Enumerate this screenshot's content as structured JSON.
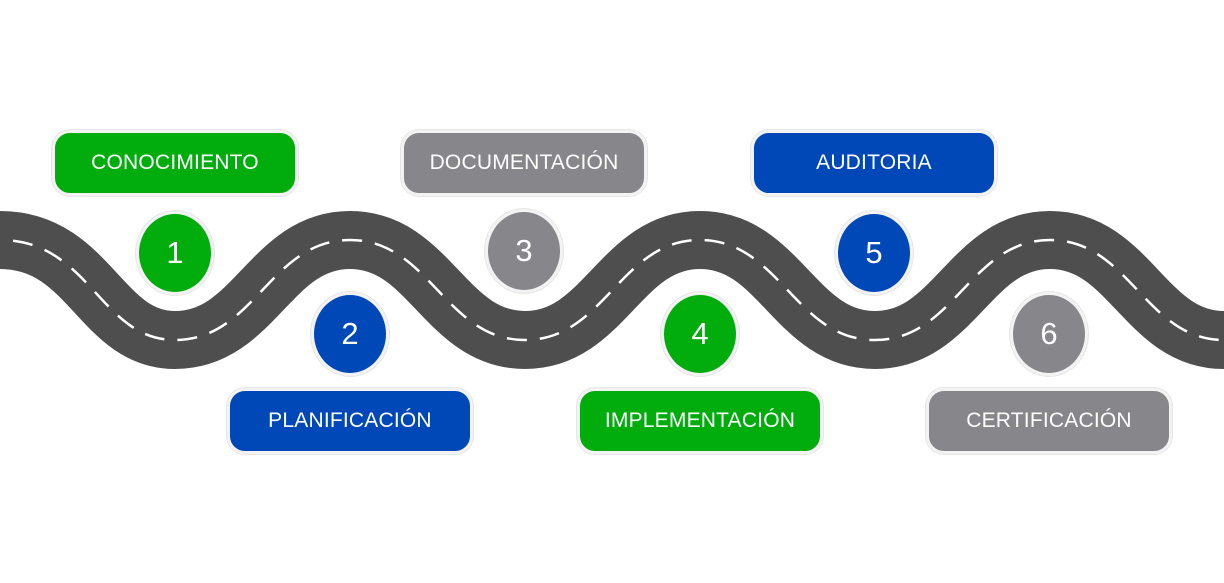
{
  "roadmap": {
    "colors": {
      "green": "#00ad0d",
      "blue": "#0048b8",
      "gray": "#87878b",
      "road": "#4e4e4e",
      "road_dash": "#ffffff"
    },
    "steps": [
      {
        "number": "1",
        "label": "CONOCIMIENTO",
        "color": "green"
      },
      {
        "number": "2",
        "label": "PLANIFICACIÓN",
        "color": "blue"
      },
      {
        "number": "3",
        "label": "DOCUMENTACIÓN",
        "color": "gray"
      },
      {
        "number": "4",
        "label": "IMPLEMENTACIÓN",
        "color": "green"
      },
      {
        "number": "5",
        "label": "AUDITORIA",
        "color": "blue"
      },
      {
        "number": "6",
        "label": "CERTIFICACIÓN",
        "color": "gray"
      }
    ]
  }
}
